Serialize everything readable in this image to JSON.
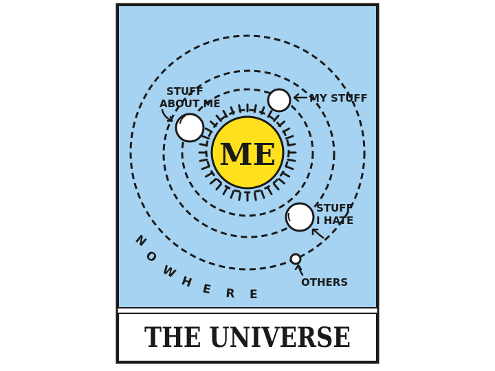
{
  "center_label": "ME",
  "title": "THE UNIVERSE",
  "labels": {
    "stuff_about_me_line1": "STUFF",
    "stuff_about_me_line2": "ABOUT ME",
    "my_stuff": "MY STUFF",
    "stuff_i_hate_line1": "STUFF",
    "stuff_i_hate_line2": "I HATE",
    "others": "OTHERS",
    "nowhere": [
      "N",
      "O",
      "W",
      "H",
      "E",
      "R",
      "E"
    ]
  },
  "colors": {
    "space": "#a5d3f1",
    "sun": "#ffe01c",
    "ink": "#1a1a1a",
    "planet": "#ffffff",
    "frame": "#ffffff"
  }
}
